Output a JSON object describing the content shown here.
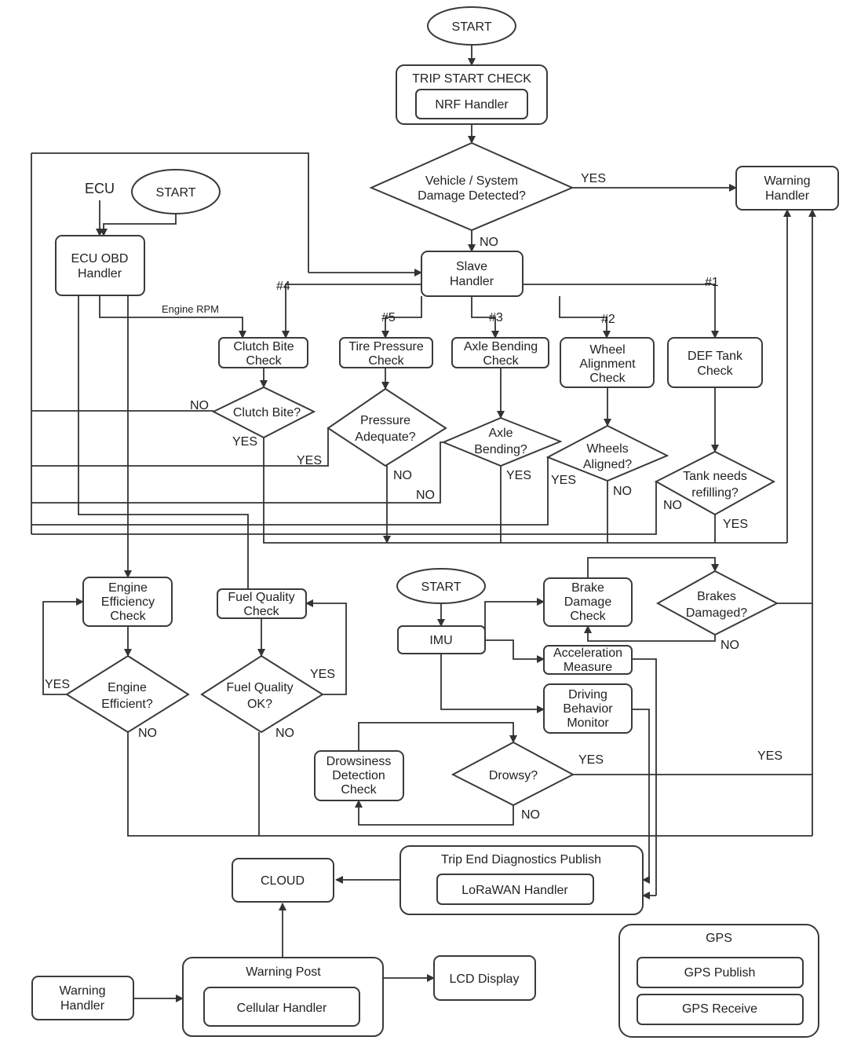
{
  "nodes": {
    "start_top": "START",
    "trip_start_check": "TRIP START CHECK",
    "nrf_handler": "NRF Handler",
    "damage_decision": [
      "Vehicle / System",
      "Damage Detected?"
    ],
    "warning_handler": [
      "Warning",
      "Handler"
    ],
    "ecu": "ECU",
    "start_ecu": "START",
    "ecu_obd_handler": [
      "ECU OBD",
      "Handler"
    ],
    "slave_handler": [
      "Slave",
      "Handler"
    ],
    "clutch_bite_check": [
      "Clutch Bite",
      "Check"
    ],
    "tire_pressure_check": [
      "Tire Pressure",
      "Check"
    ],
    "axle_bending_check": [
      "Axle Bending",
      "Check"
    ],
    "wheel_alignment_check": [
      "Wheel",
      "Alignment",
      "Check"
    ],
    "def_tank_check": [
      "DEF Tank",
      "Check"
    ],
    "clutch_bite_decision": "Clutch Bite?",
    "pressure_decision": [
      "Pressure",
      "Adequate?"
    ],
    "axle_decision": [
      "Axle",
      "Bending?"
    ],
    "wheels_decision": [
      "Wheels",
      "Aligned?"
    ],
    "tank_decision": [
      "Tank needs",
      "refilling?"
    ],
    "engine_efficiency_check": [
      "Engine",
      "Efficiency",
      "Check"
    ],
    "fuel_quality_check": [
      "Fuel Quality",
      "Check"
    ],
    "engine_efficient_decision": [
      "Engine",
      "Efficient?"
    ],
    "fuel_quality_decision": [
      "Fuel Quality",
      "OK?"
    ],
    "start_imu": "START",
    "imu": "IMU",
    "brake_damage_check": [
      "Brake",
      "Damage",
      "Check"
    ],
    "brakes_decision": [
      "Brakes",
      "Damaged?"
    ],
    "acceleration_measure": [
      "Acceleration",
      "Measure"
    ],
    "driving_behavior_monitor": [
      "Driving",
      "Behavior",
      "Monitor"
    ],
    "drowsiness_detection_check": [
      "Drowsiness",
      "Detection",
      "Check"
    ],
    "drowsy_decision": "Drowsy?",
    "trip_end_publish": "Trip End Diagnostics Publish",
    "lorawan_handler": "LoRaWAN Handler",
    "cloud": "CLOUD",
    "warning_handler_bottom": [
      "Warning",
      "Handler"
    ],
    "warning_post": "Warning Post",
    "cellular_handler": "Cellular  Handler",
    "lcd_display": "LCD Display",
    "gps": "GPS",
    "gps_publish": "GPS Publish",
    "gps_receive": "GPS Receive"
  },
  "edge_labels": {
    "yes": "YES",
    "no": "NO",
    "engine_rpm": "Engine RPM",
    "n1": "#1",
    "n2": "#2",
    "n3": "#3",
    "n4": "#4",
    "n5": "#5"
  }
}
